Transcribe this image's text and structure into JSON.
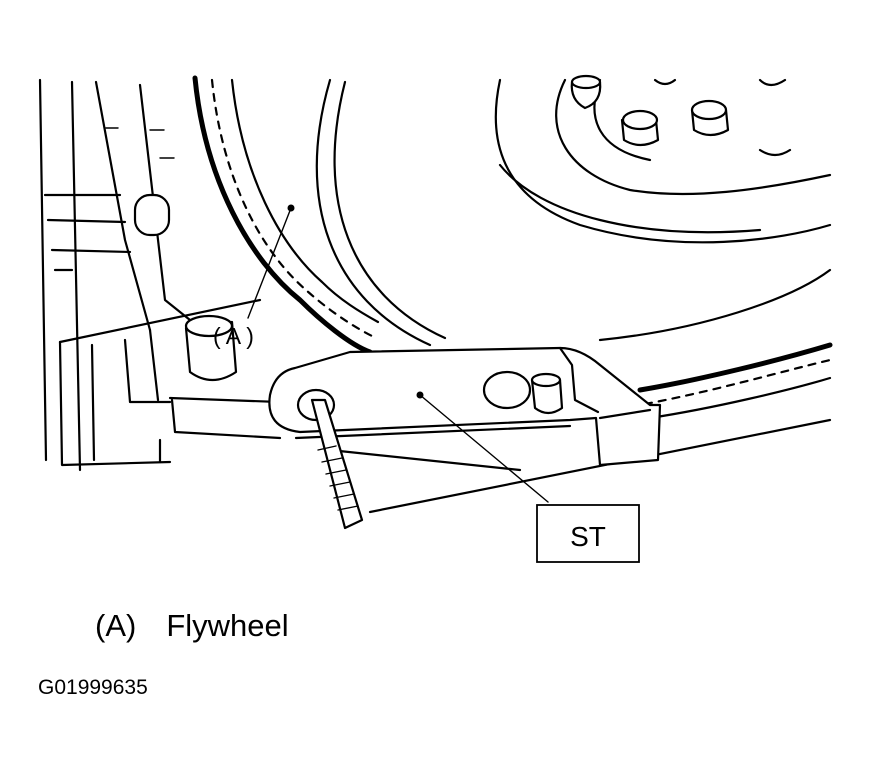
{
  "callouts": {
    "flywheel_marker": "( A )",
    "tool_marker": "ST"
  },
  "legend": {
    "key": "(A)",
    "text": "Flywheel"
  },
  "figure_id": "G01999635"
}
